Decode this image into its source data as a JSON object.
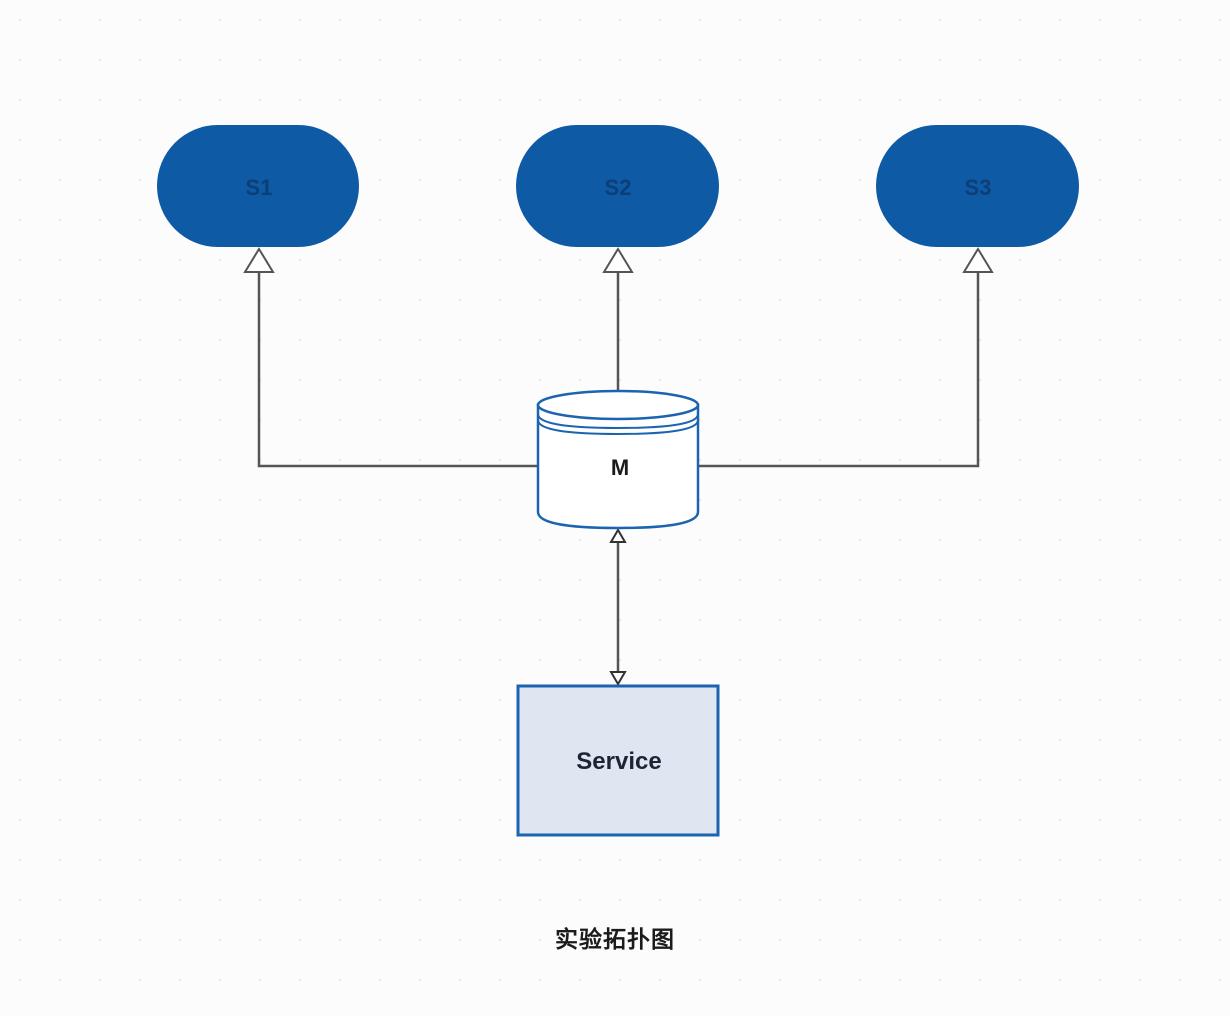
{
  "diagram": {
    "nodes": {
      "s1": {
        "label": "S1",
        "shape": "rounded-pill",
        "fill": "#0f5aa5",
        "text_color": "#0c3e78"
      },
      "s2": {
        "label": "S2",
        "shape": "rounded-pill",
        "fill": "#0f5aa5",
        "text_color": "#0c3e78"
      },
      "s3": {
        "label": "S3",
        "shape": "rounded-pill",
        "fill": "#0f5aa5",
        "text_color": "#0c3e78"
      },
      "m": {
        "label": "M",
        "shape": "database-cylinder",
        "fill": "#ffffff",
        "stroke": "#1a64b0",
        "text_color": "#1b1b1b"
      },
      "service": {
        "label": "Service",
        "shape": "rectangle",
        "fill": "#dfe5f1",
        "stroke": "#1a64b0",
        "text_color": "#1b2535"
      }
    },
    "edges": [
      {
        "from": "m",
        "to": "s1",
        "arrow": "hollow-triangle"
      },
      {
        "from": "m",
        "to": "s2",
        "arrow": "hollow-triangle"
      },
      {
        "from": "m",
        "to": "s3",
        "arrow": "hollow-triangle"
      },
      {
        "from": "service",
        "to": "m",
        "arrow": "both-open-triangle"
      }
    ],
    "line_color": "#555555",
    "caption": "实验拓扑图"
  }
}
